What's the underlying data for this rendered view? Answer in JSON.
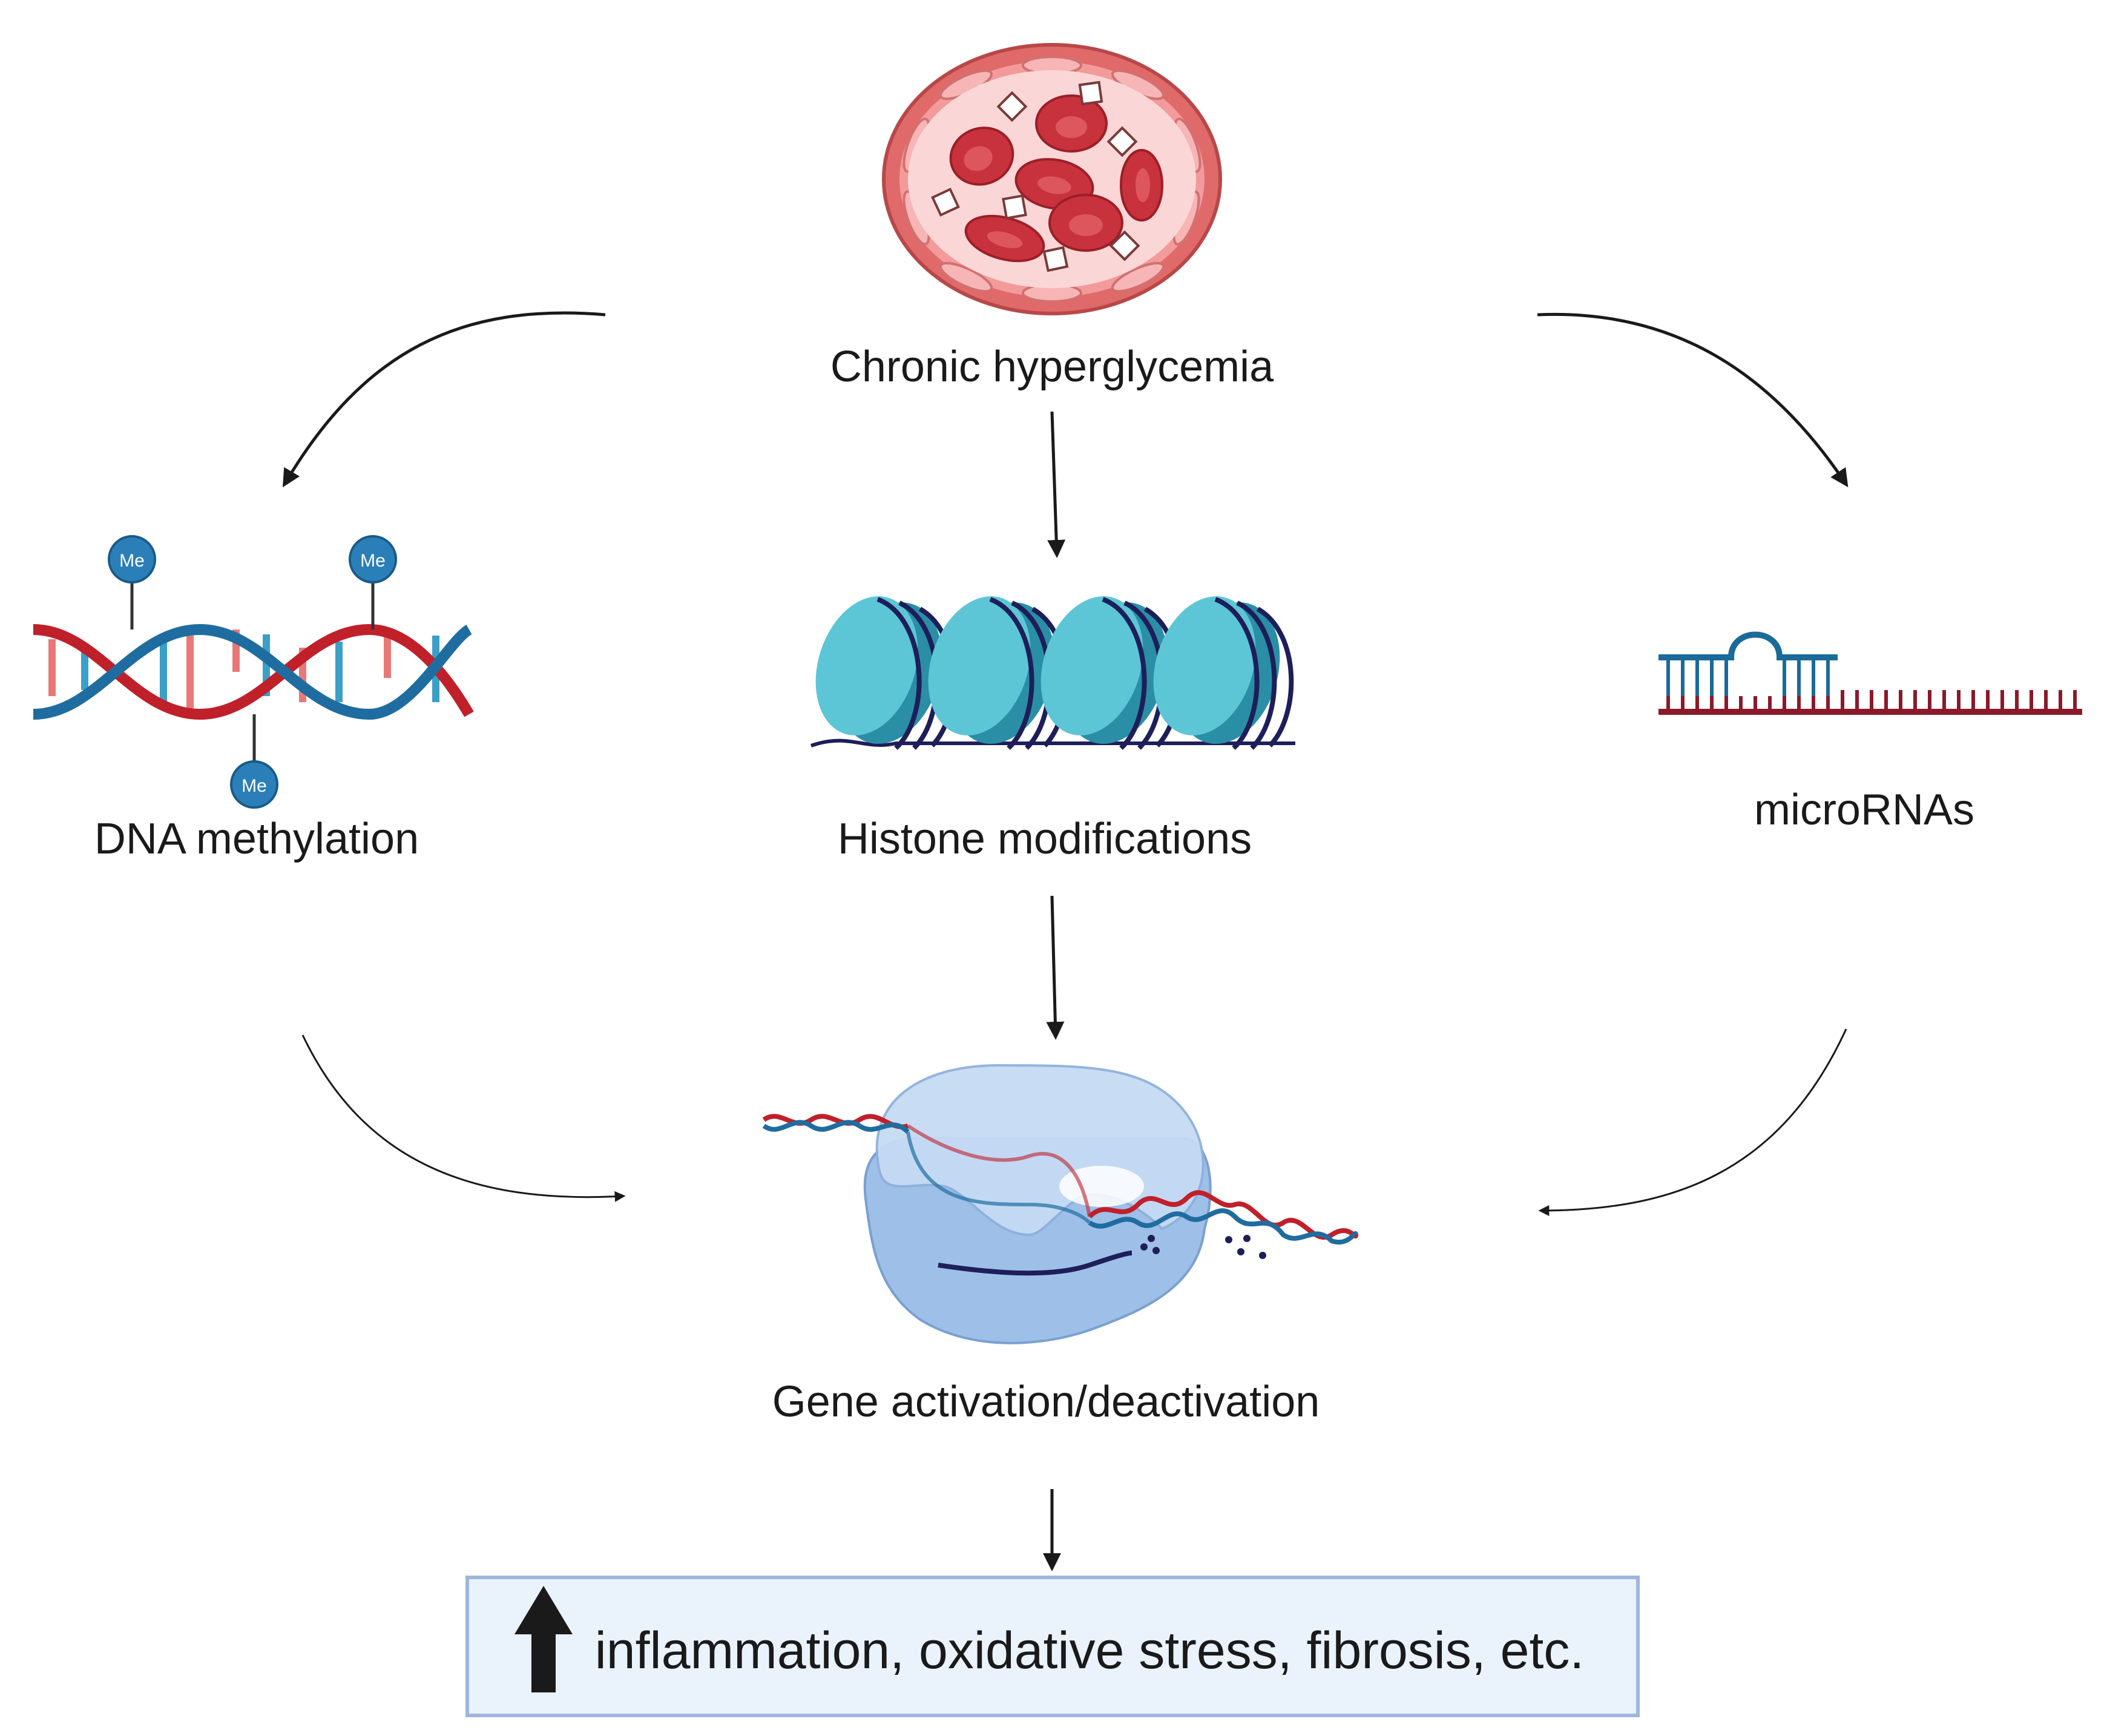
{
  "nodes": {
    "hyperglycemia": {
      "label": "Chronic hyperglycemia"
    },
    "dna_methylation": {
      "label": "DNA methylation",
      "marker_label": "Me"
    },
    "histone": {
      "label": "Histone modifications"
    },
    "micrornas": {
      "label": "microRNAs"
    },
    "gene": {
      "label": "Gene activation/deactivation"
    },
    "outcome": {
      "label": "inflammation, oxidative stress, fibrosis, etc.",
      "indicator": "up-arrow-icon"
    }
  },
  "colors": {
    "dna_blue": "#1f6da0",
    "dna_red": "#c0202a",
    "dna_pink": "#e87878",
    "histone": "#3fb4c8",
    "histone_dark": "#2a8fa6",
    "histone_wrap": "#1e1e5a",
    "mirna_teal": "#1a6a9a",
    "mirna_red": "#8a1a2a",
    "vessel_outer": "#e06a6a",
    "vessel_inner": "#fbd6d6",
    "rbc": "#c8323c",
    "polymerase": "#b8d2f0",
    "outcome_box": "#eaf2fc",
    "outcome_border": "#9fb6dc",
    "arrow": "#1a1a1a"
  }
}
